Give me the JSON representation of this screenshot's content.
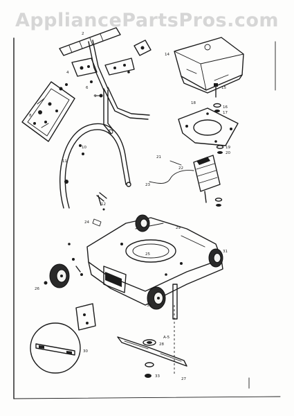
{
  "watermark": "AppliancePartsPros.com",
  "callouts": {
    "top_left": [
      "2",
      "4",
      "6",
      "8",
      "9",
      "10",
      "11",
      "12"
    ],
    "top_right": [
      "14",
      "15",
      "16",
      "17",
      "18",
      "19",
      "20",
      "21",
      "22",
      "23"
    ],
    "bottom": [
      "24",
      "25",
      "26",
      "27",
      "28",
      "29",
      "30",
      "31",
      "32",
      "33"
    ],
    "blade_label": "A-5"
  },
  "colors": {
    "ink": "#1b1b1b",
    "watermark": "#d6d6d6",
    "paper": "#fdfdfc"
  }
}
